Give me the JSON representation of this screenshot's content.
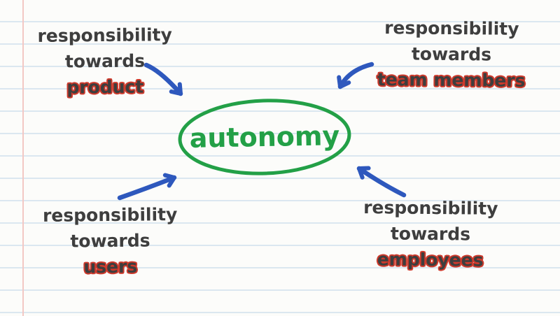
{
  "diagram": {
    "center": {
      "label": "autonomy"
    },
    "nodes": [
      {
        "id": "top-left",
        "line1": "responsibility",
        "line2": "towards",
        "emphasis": "product"
      },
      {
        "id": "top-right",
        "line1": "responsibility",
        "line2": "towards",
        "emphasis": "team members"
      },
      {
        "id": "bottom-left",
        "line1": "responsibility",
        "line2": "towards",
        "emphasis": "users"
      },
      {
        "id": "bottom-right",
        "line1": "responsibility",
        "line2": "towards",
        "emphasis": "employees"
      }
    ],
    "colors": {
      "center_green": "#23a047",
      "arrow_blue": "#2e58bd",
      "text_dark": "#3e3e3e",
      "emphasis_outline_red": "#cf3a2c",
      "paper_background": "#fcfcfa",
      "paper_line_blue": "#dbe7f0",
      "margin_line_pink": "#f3c8c4"
    }
  }
}
